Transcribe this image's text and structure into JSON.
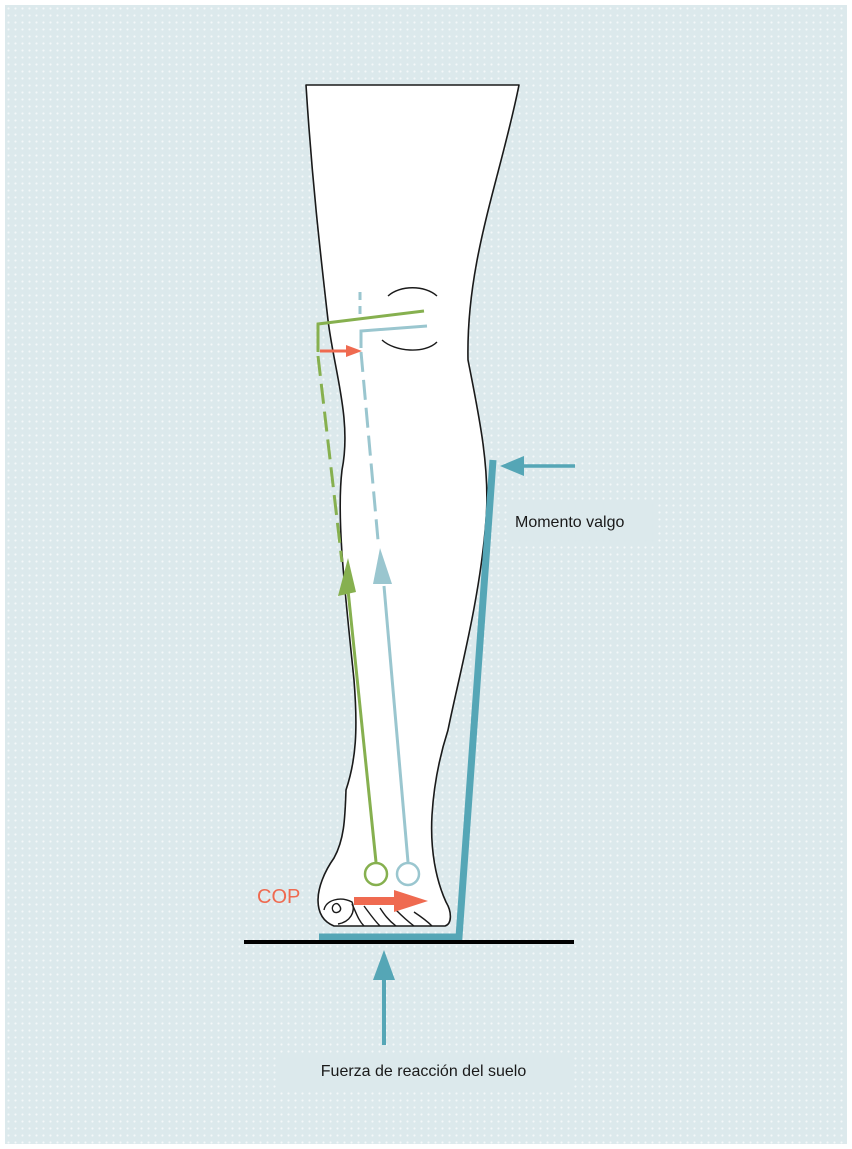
{
  "labels": {
    "valgus_moment": "Momento valgo",
    "ground_reaction_force": "Fuerza de reacción del suelo",
    "cop": "COP"
  },
  "colors": {
    "background": "#dce9ec",
    "background_dots": "#f3f8f9",
    "green_line": "#86b04f",
    "light_blue_line": "#9ac6cf",
    "teal_force": "#55a6b6",
    "cop_arrow": "#ef6a50",
    "ground_line": "#000000",
    "leg_outline": "#1a1a1a",
    "leg_fill": "#ffffff"
  },
  "icons": {
    "ground_reaction_arrow": "arrow-up-icon",
    "valgus_moment_arrow": "arrow-left-icon",
    "cop_shift_arrow": "arrow-right-icon",
    "knee_shift_arrow": "arrow-right-icon"
  }
}
